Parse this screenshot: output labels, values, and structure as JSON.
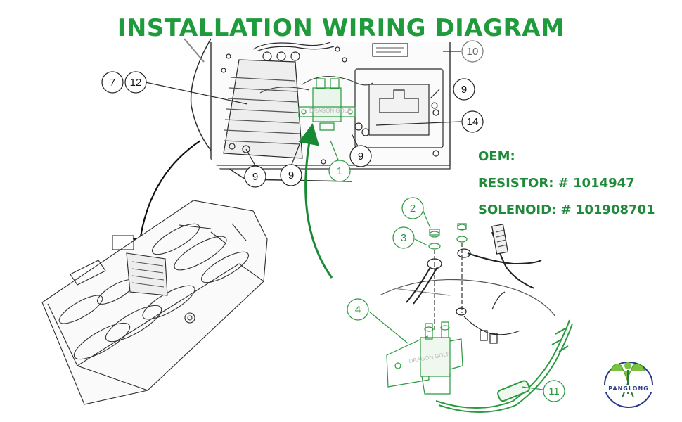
{
  "title": "INSTALLATION WIRING DIAGRAM",
  "oem": {
    "heading": "OEM:",
    "resistor": "RESISTOR: # 1014947",
    "solenoid": "SOLENOID: # 101908701"
  },
  "callouts": {
    "c7": "7",
    "c12": "12",
    "c10": "10",
    "c9a": "9",
    "c9b": "9",
    "c9c": "9",
    "c9d": "9",
    "c14": "14",
    "c1": "1",
    "c2": "2",
    "c3": "3",
    "c4": "4",
    "c11": "11"
  },
  "logo": {
    "text": "PANGLONG"
  },
  "colors": {
    "title_green": "#1f9a3c",
    "oem_green": "#1f8a3a",
    "highlight_green": "#2a9a3e",
    "line_art": "#2b2b2b"
  }
}
